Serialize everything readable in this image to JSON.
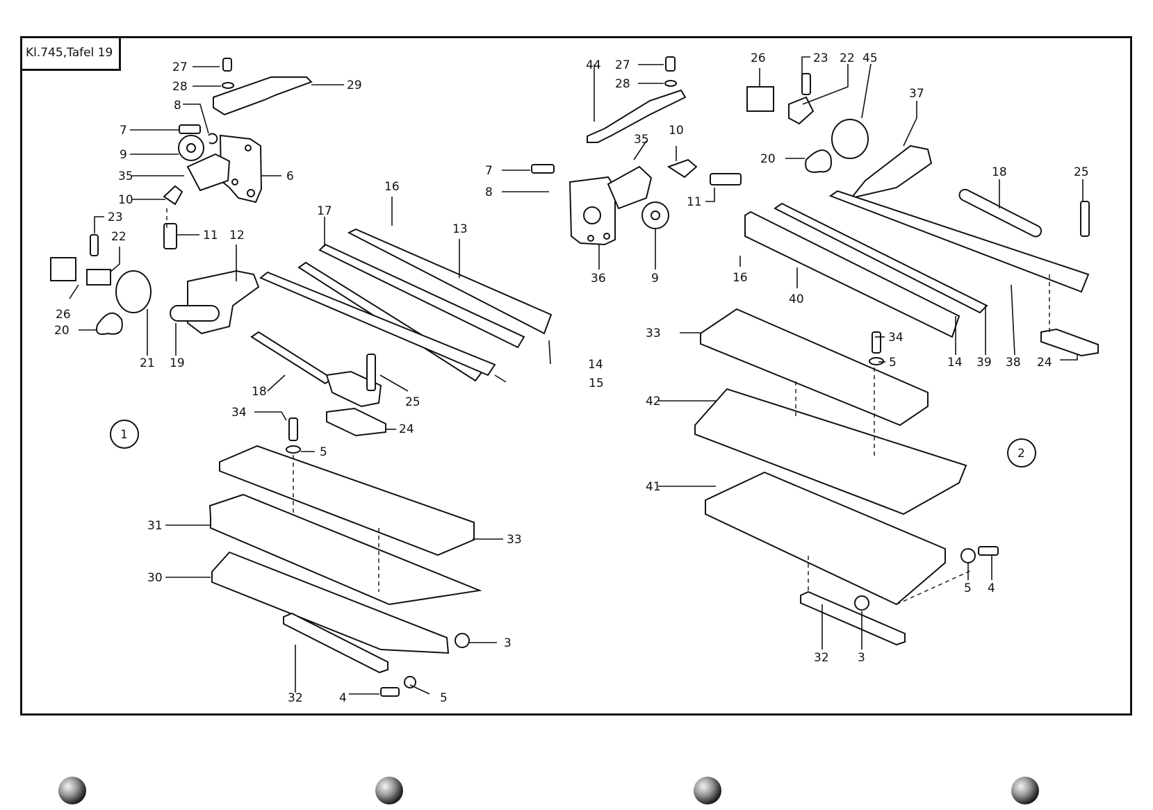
{
  "plate": {
    "title": "Kl.745,Tafel 19",
    "view_markers": [
      "1",
      "2"
    ]
  },
  "callouts": {
    "view1": [
      "27",
      "28",
      "29",
      "8",
      "7",
      "9",
      "35",
      "6",
      "10",
      "11",
      "23",
      "22",
      "26",
      "20",
      "21",
      "19",
      "12",
      "17",
      "16",
      "13",
      "14",
      "15",
      "18",
      "25",
      "24",
      "34",
      "5",
      "33",
      "31",
      "30",
      "32",
      "3",
      "4",
      "5"
    ],
    "view2": [
      "44",
      "27",
      "28",
      "10",
      "35",
      "7",
      "8",
      "11",
      "36",
      "9",
      "26",
      "23",
      "22",
      "45",
      "37",
      "20",
      "18",
      "25",
      "16",
      "40",
      "33",
      "34",
      "5",
      "14",
      "39",
      "38",
      "24",
      "42",
      "41",
      "5",
      "4",
      "32",
      "3"
    ]
  }
}
